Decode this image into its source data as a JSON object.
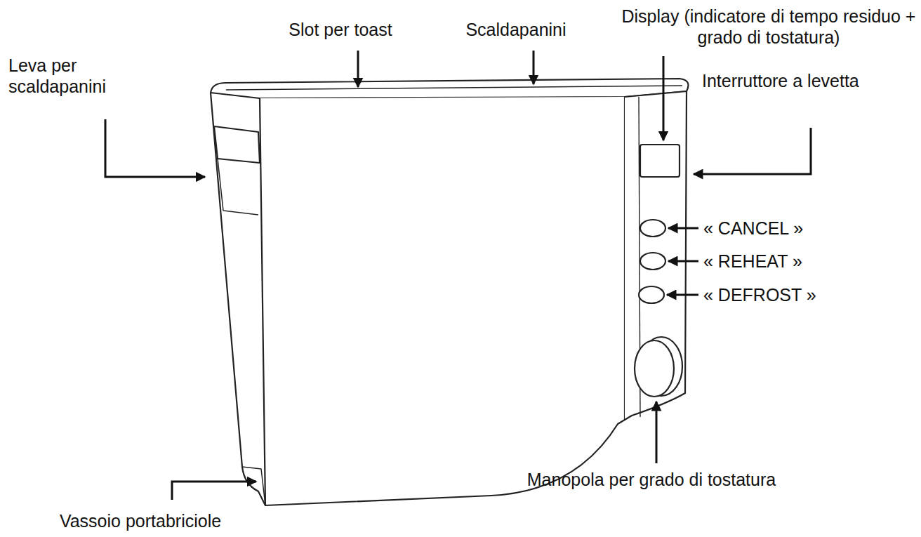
{
  "diagram": {
    "labels": [
      "Slot per toast",
      "Scaldapanini",
      "Display (indicatore di tempo residuo + grado di tostatura)",
      "Leva per scaldapanini",
      "Interruttore a levetta",
      "« CANCEL »",
      "« REHEAT »",
      "« DEFROST »",
      "Manopola per grado di tostatura",
      "Vassoio portabriciole"
    ]
  }
}
